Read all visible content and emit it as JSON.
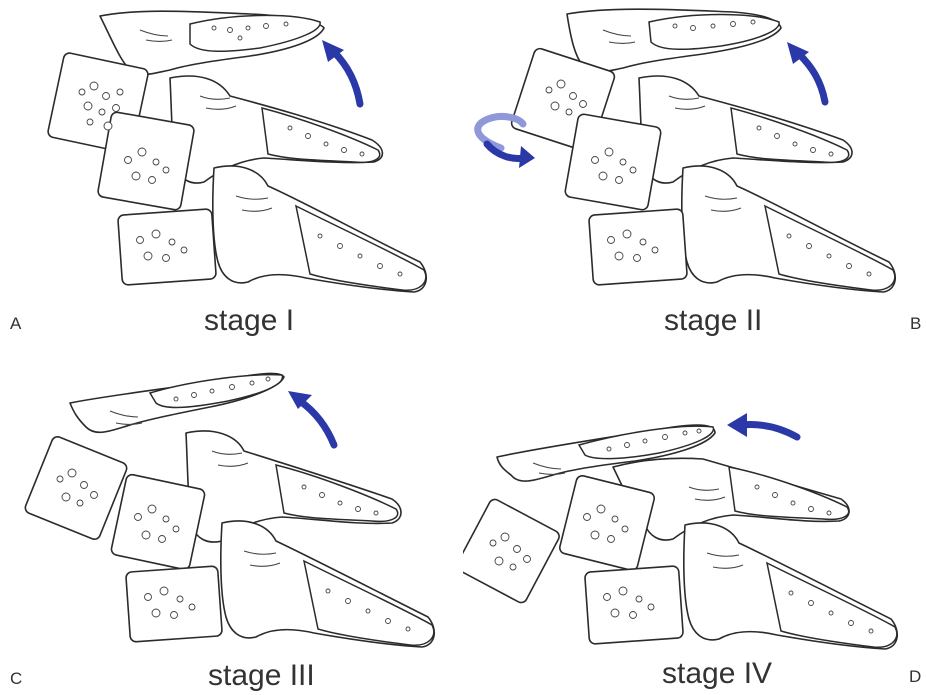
{
  "colors": {
    "arrow": "#2b38a8",
    "line": "#2b2b2b",
    "arrow_light": "#8f98d8"
  },
  "panels": [
    {
      "letter": "A",
      "stage": "stage I"
    },
    {
      "letter": "B",
      "stage": "stage II"
    },
    {
      "letter": "C",
      "stage": "stage III"
    },
    {
      "letter": "D",
      "stage": "stage IV"
    }
  ],
  "icons": {
    "rotation_arrow": "curved-arrow-icon",
    "rotation_circular": "circular-rotation-arrow-icon"
  }
}
